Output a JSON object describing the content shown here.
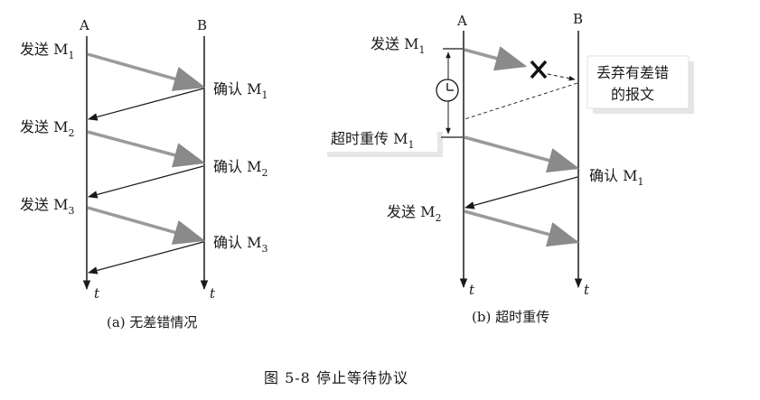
{
  "figure": {
    "caption": "图 5-8    停止等待协议"
  },
  "panel_a": {
    "node_a": "A",
    "node_b": "B",
    "time_a": "t",
    "time_b": "t",
    "caption": "(a) 无差错情况",
    "events": [
      {
        "send": "发送 M",
        "send_sub": "1",
        "ack": "确认 M",
        "ack_sub": "1"
      },
      {
        "send": "发送 M",
        "send_sub": "2",
        "ack": "确认 M",
        "ack_sub": "2"
      },
      {
        "send": "发送 M",
        "send_sub": "3",
        "ack": "确认 M",
        "ack_sub": "3"
      }
    ]
  },
  "panel_b": {
    "node_a": "A",
    "node_b": "B",
    "time_a": "t",
    "time_b": "t",
    "caption": "(b) 超时重传",
    "send1": "发送 M",
    "send1_sub": "1",
    "lost_note_line1": "丢弃有差错",
    "lost_note_line2": "的报文",
    "retransmit": "超时重传 M",
    "retransmit_sub": "1",
    "ack1": "确认 M",
    "ack1_sub": "1",
    "send2": "发送 M",
    "send2_sub": "2",
    "timer_icon": "clock-icon",
    "lost_mark_icon": "x-icon"
  },
  "colors": {
    "line": "#1a1a1a",
    "data_arrow": "#9a9a9a",
    "note_shadow": "#e6e6e6"
  }
}
